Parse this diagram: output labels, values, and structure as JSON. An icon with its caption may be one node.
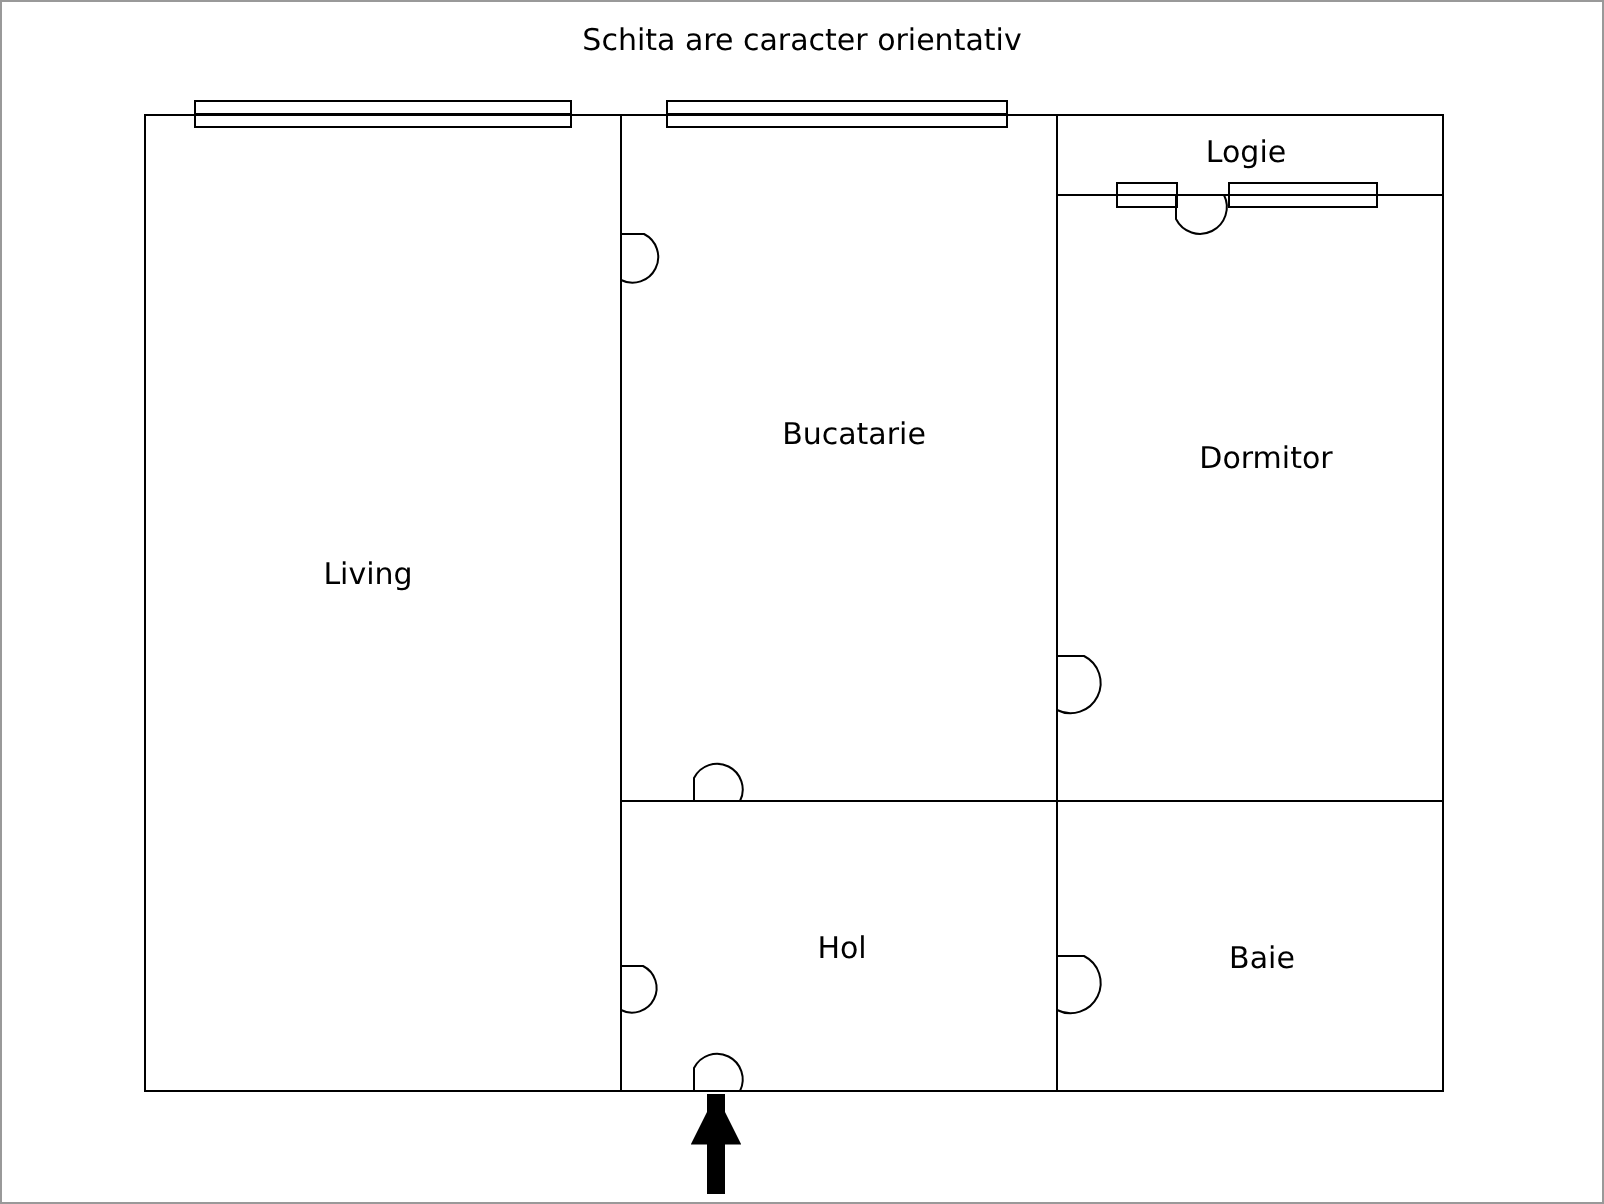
{
  "diagram": {
    "title": "Schita are caracter orientativ",
    "nodes": [
      {
        "text": [
          "Logie"
        ]
      },
      {
        "text": [
          "Bucatarie"
        ]
      },
      {
        "text": [
          "Dormitor"
        ]
      },
      {
        "text": [
          "Living"
        ]
      },
      {
        "text": [
          "Hol"
        ]
      },
      {
        "text": [
          "Baie"
        ]
      }
    ],
    "edges": [
      {
        "from": null,
        "to": 4,
        "arrow": "to"
      }
    ]
  }
}
